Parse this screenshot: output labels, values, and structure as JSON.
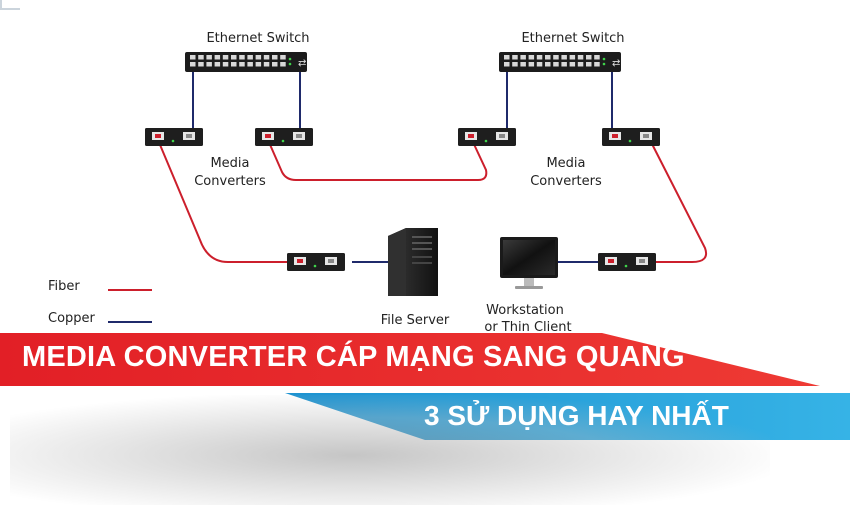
{
  "labels": {
    "switch_left": "Ethernet Switch",
    "switch_right": "Ethernet Switch",
    "mc_left_line1": "Media",
    "mc_left_line2": "Converters",
    "mc_right_line1": "Media",
    "mc_right_line2": "Converters",
    "file_server": "File Server",
    "workstation_line1": "Workstation",
    "workstation_line2": "or Thin Client"
  },
  "legend": {
    "fiber_label": "Fiber",
    "copper_label": "Copper",
    "fiber_color": "#cc1f2c",
    "copper_color": "#1f2a6b"
  },
  "banner": {
    "title_line1": "MEDIA CONVERTER CÁP MẠNG SANG QUANG",
    "title_line2": "3 SỬ DỤNG HAY NHẤT",
    "red_color": "#e8262b",
    "blue_color": "#2aa6dc"
  },
  "icons": {
    "switch": "ethernet-switch-icon",
    "media_converter": "media-converter-icon",
    "server": "server-tower-icon",
    "workstation": "monitor-icon"
  }
}
